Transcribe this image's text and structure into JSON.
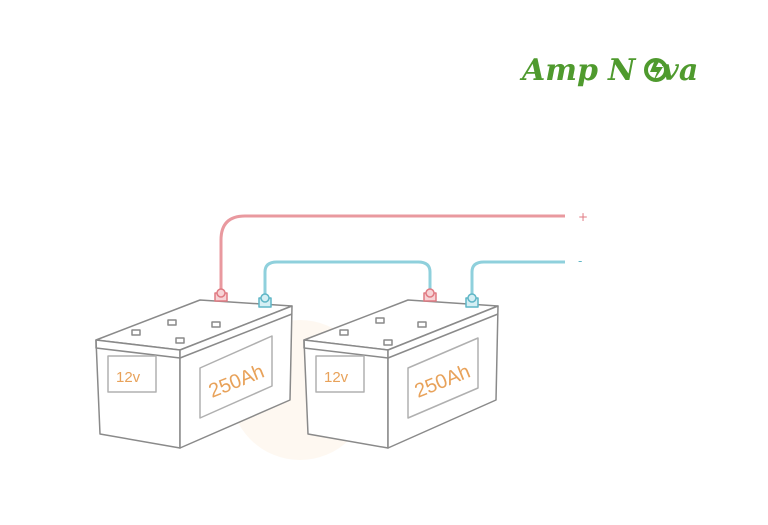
{
  "logo": {
    "word1": "Amp",
    "word2": "N",
    "word3": "va",
    "color": "#4f9a2e"
  },
  "terminals": {
    "positive": "+",
    "negative": "-"
  },
  "colors": {
    "positive_cable": "#e9999f",
    "negative_cable": "#8fd0dc",
    "battery_outline": "#8a8a8a",
    "label_text": "#e8a25a"
  },
  "batteries": [
    {
      "voltage": "12v",
      "capacity": "250Ah"
    },
    {
      "voltage": "12v",
      "capacity": "250Ah"
    }
  ]
}
